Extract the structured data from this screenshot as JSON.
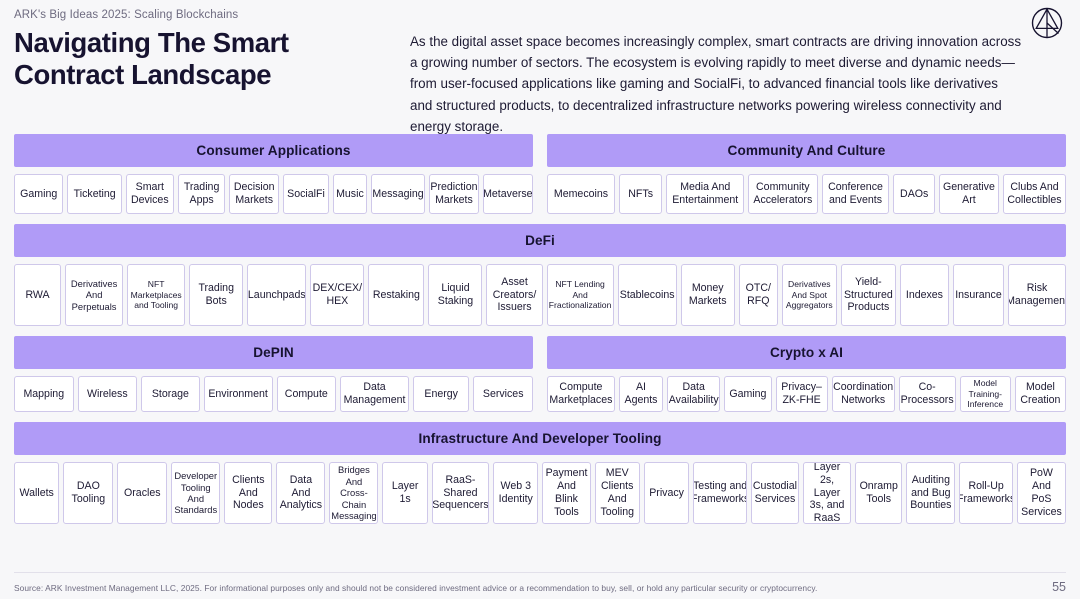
{
  "header": {
    "eyebrow": "ARK's Big Ideas 2025: Scaling Blockchains",
    "title_line1": "Navigating The Smart",
    "title_line2": "Contract Landscape",
    "intro": "As the digital asset space becomes increasingly complex, smart contracts are driving innovation across a growing number of sectors. The ecosystem is evolving rapidly to meet diverse and dynamic needs—from user-focused applications like gaming and SocialFi, to advanced financial tools like derivatives and structured products, to decentralized infrastructure networks powering wireless connectivity and energy storage.",
    "logo": "ark-logo-icon"
  },
  "colors": {
    "band": "#b09bf7",
    "card_border": "#cfc8ea",
    "background": "#f7f7f9",
    "text": "#171330",
    "muted": "#6e6b80"
  },
  "sections": [
    {
      "id": "consumer-applications",
      "title": "Consumer Applications",
      "items": [
        "Gaming",
        "Ticketing",
        "Smart Devices",
        "Trading Apps",
        "Decision Markets",
        "SocialFi",
        "Music",
        "Messaging",
        "Prediction Markets",
        "Metaverse"
      ]
    },
    {
      "id": "community-and-culture",
      "title": "Community And Culture",
      "items": [
        "Memecoins",
        "NFTs",
        "Media And Entertainment",
        "Community Accelerators",
        "Conference and Events",
        "DAOs",
        "Generative Art",
        "Clubs And Collectibles"
      ]
    },
    {
      "id": "defi",
      "title": "DeFi",
      "items": [
        "RWA",
        "Derivatives And Perpetuals",
        "NFT Marketplaces and Tooling",
        "Trading Bots",
        "Launchpads",
        "DEX/CEX/ HEX",
        "Restaking",
        "Liquid Staking",
        "Asset Creators/ Issuers",
        "NFT Lending And Fractionalization",
        "Stablecoins",
        "Money Markets",
        "OTC/ RFQ",
        "Derivatives And Spot Aggregators",
        "Yield-Structured Products",
        "Indexes",
        "Insurance",
        "Risk Management"
      ]
    },
    {
      "id": "depin",
      "title": "DePIN",
      "items": [
        "Mapping",
        "Wireless",
        "Storage",
        "Environment",
        "Compute",
        "Data Management",
        "Energy",
        "Services"
      ]
    },
    {
      "id": "crypto-x-ai",
      "title": "Crypto x AI",
      "items": [
        "Compute Marketplaces",
        "AI Agents",
        "Data Availability",
        "Gaming",
        "Privacy– ZK-FHE",
        "Coordination Networks",
        "Co-Processors",
        "Model Training-Inference",
        "Model Creation"
      ]
    },
    {
      "id": "infrastructure-and-developer-tooling",
      "title": "Infrastructure And Developer Tooling",
      "items": [
        "Wallets",
        "DAO Tooling",
        "Oracles",
        "Developer Tooling And Standards",
        "Clients And Nodes",
        "Data And Analytics",
        "Bridges And Cross-Chain Messaging",
        "Layer 1s",
        "RaaS-Shared Sequencers",
        "Web 3 Identity",
        "Payment And Blink Tools",
        "MEV Clients And Tooling",
        "Privacy",
        "Testing and Frameworks",
        "Custodial Services",
        "Layer 2s, Layer 3s, and RaaS",
        "Onramp Tools",
        "Auditing and Bug Bounties",
        "Roll-Up Frameworks",
        "PoW And PoS Services"
      ]
    }
  ],
  "footer": {
    "source": "Source: ARK Investment Management LLC, 2025. For informational purposes only and should not be considered investment advice or a recommendation to buy, sell, or hold any particular security or cryptocurrency.",
    "page_number": "55"
  }
}
